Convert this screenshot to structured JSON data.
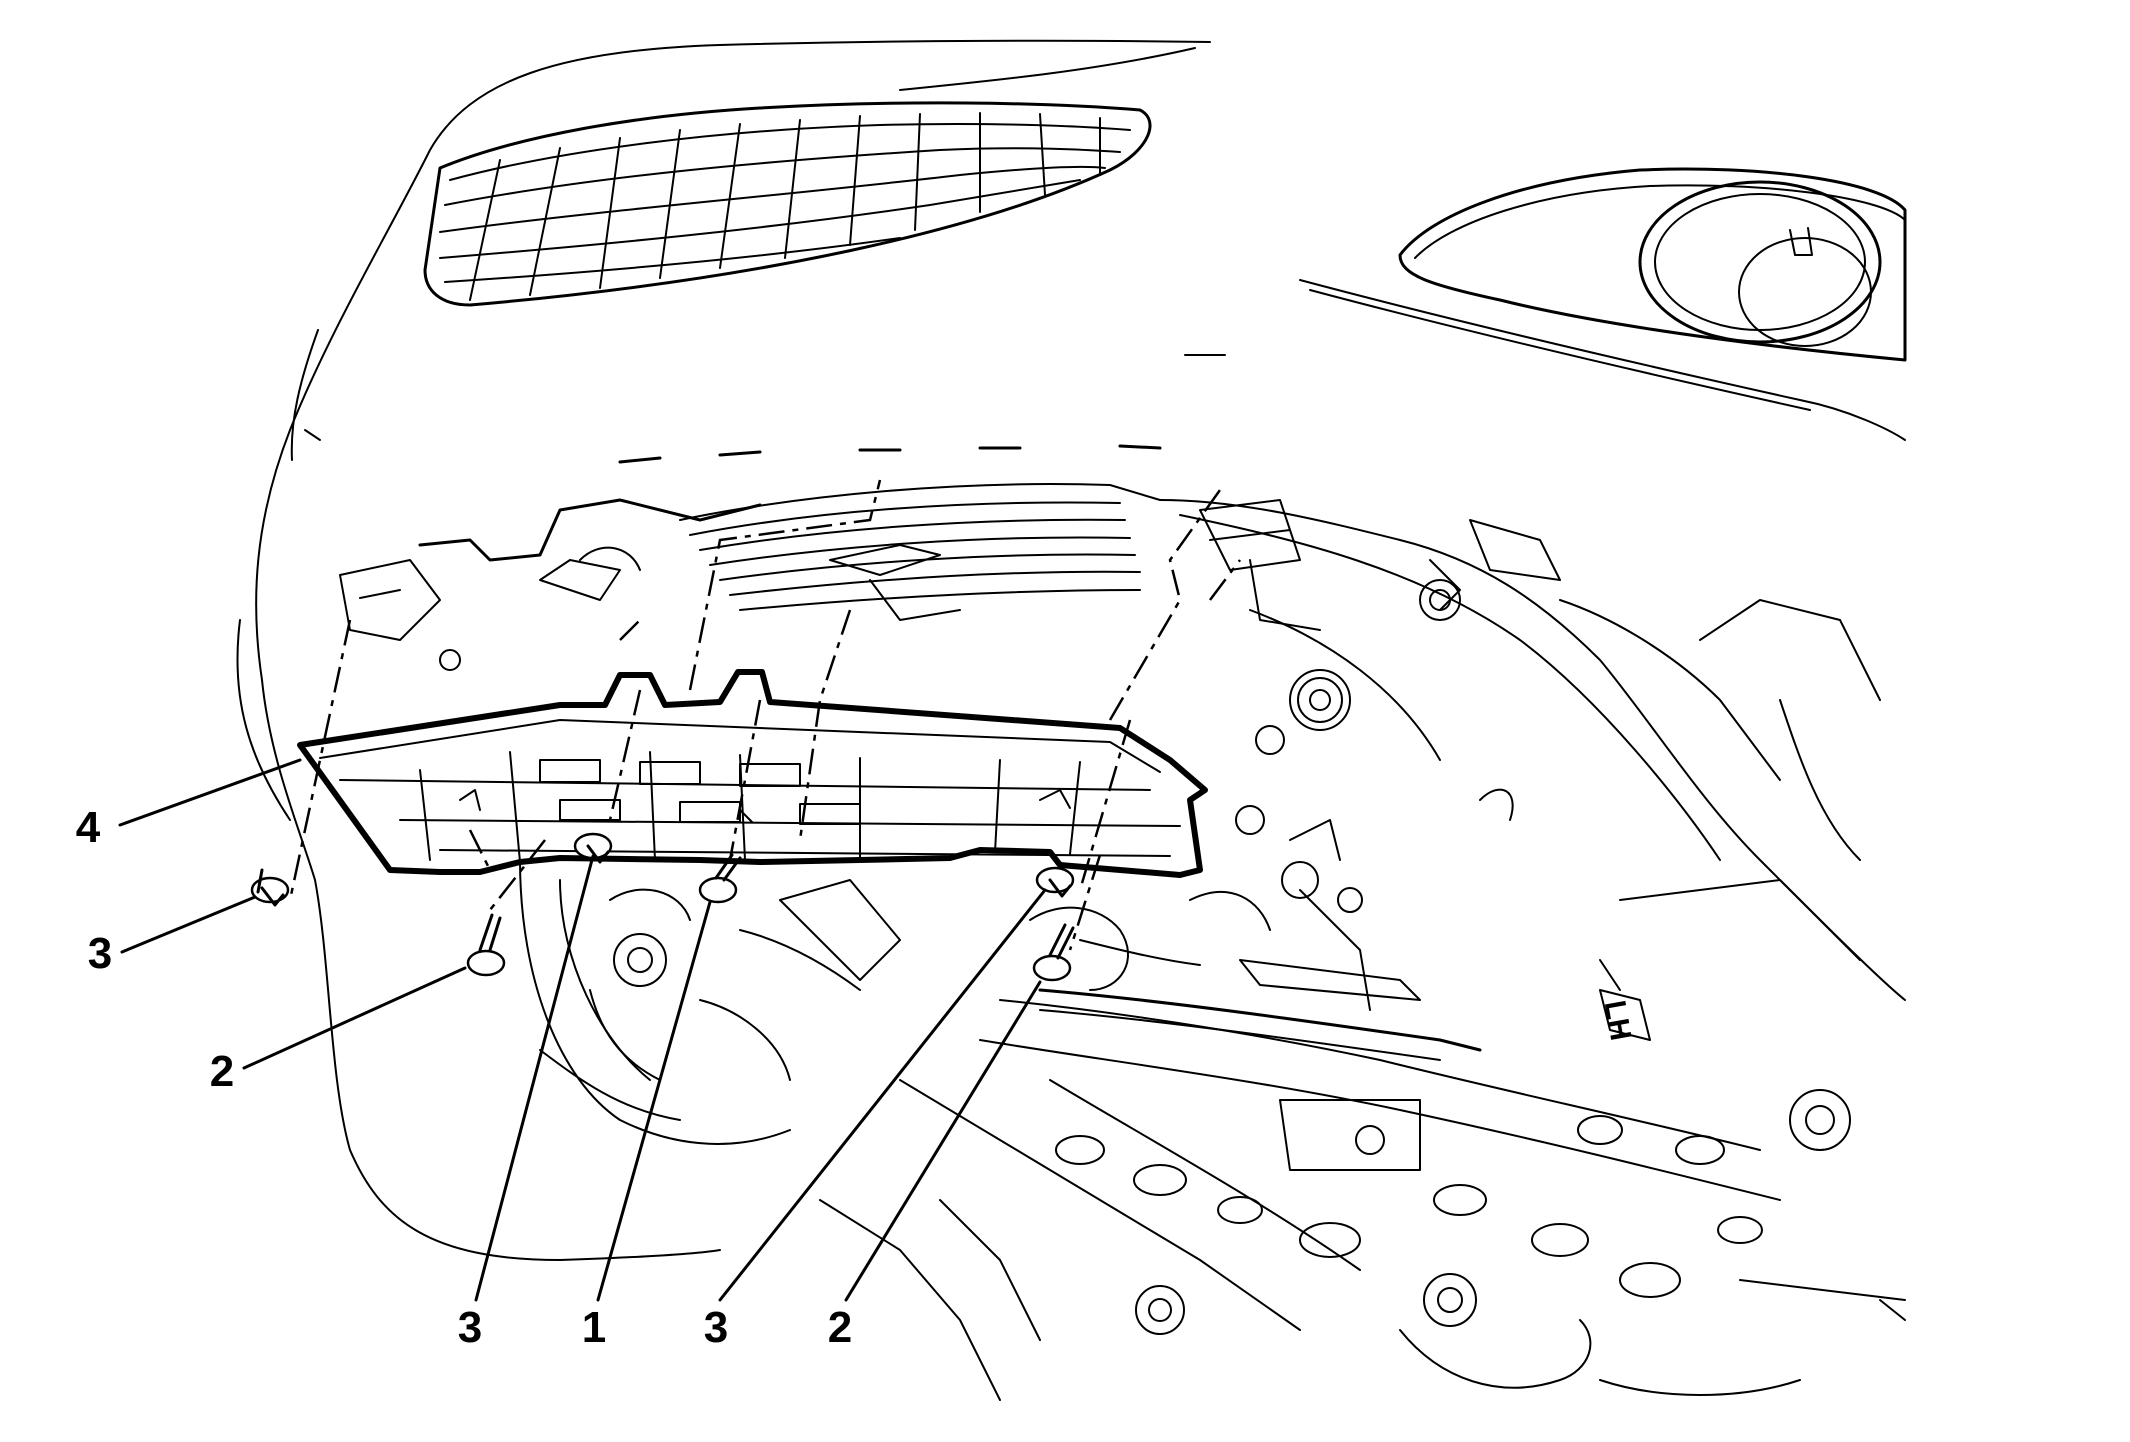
{
  "diagram": {
    "callouts": [
      {
        "id": "c4-left",
        "label": "4"
      },
      {
        "id": "c3-left",
        "label": "3"
      },
      {
        "id": "c2-left",
        "label": "2"
      },
      {
        "id": "c3-bottom-a",
        "label": "3"
      },
      {
        "id": "c1-bottom",
        "label": "1"
      },
      {
        "id": "c3-bottom-b",
        "label": "3"
      },
      {
        "id": "c2-bottom",
        "label": "2"
      }
    ],
    "stamp": "LH"
  }
}
